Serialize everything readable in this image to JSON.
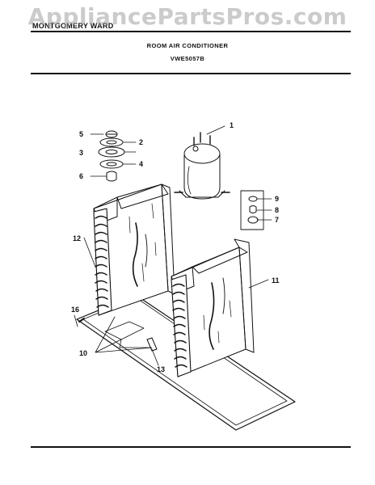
{
  "header": {
    "brand": "MONTGOMERY WARD",
    "watermark": "AppliancePartsPros.com",
    "title": "ROOM AIR CONDITIONER",
    "model": "VWE5057B"
  },
  "callouts": [
    "1",
    "2",
    "3",
    "4",
    "5",
    "6",
    "7",
    "8",
    "9",
    "10",
    "11",
    "12",
    "13",
    "16"
  ],
  "colors": {
    "line": "#111111",
    "watermark": "#a0a0a0",
    "background": "#ffffff"
  }
}
